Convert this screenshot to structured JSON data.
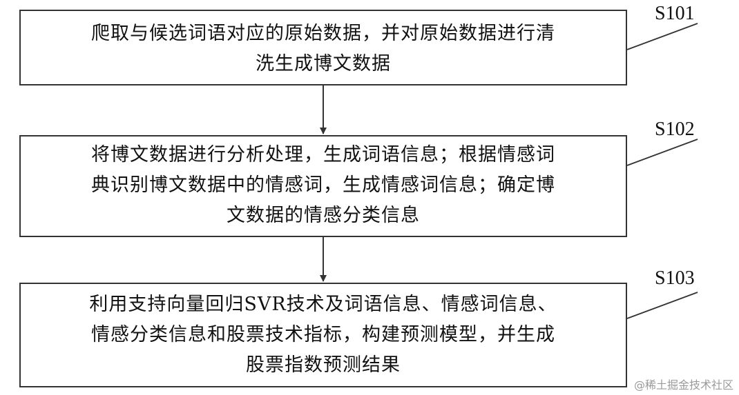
{
  "steps": [
    {
      "label": "S101",
      "lines": [
        "爬取与候选词语对应的原始数据，并对原始数据进行清",
        "洗生成博文数据"
      ]
    },
    {
      "label": "S102",
      "lines": [
        "将博文数据进行分析处理，生成词语信息；根据情感词",
        "典识别博文数据中的情感词，生成情感词信息；确定博",
        "文数据的情感分类信息"
      ]
    },
    {
      "label": "S103",
      "lines": [
        "利用支持向量回归SVR技术及词语信息、情感词信息、",
        "情感分类信息和股票技术指标，构建预测模型，并生成",
        "股票指数预测结果"
      ]
    }
  ],
  "watermark": "@稀土掘金技术社区"
}
